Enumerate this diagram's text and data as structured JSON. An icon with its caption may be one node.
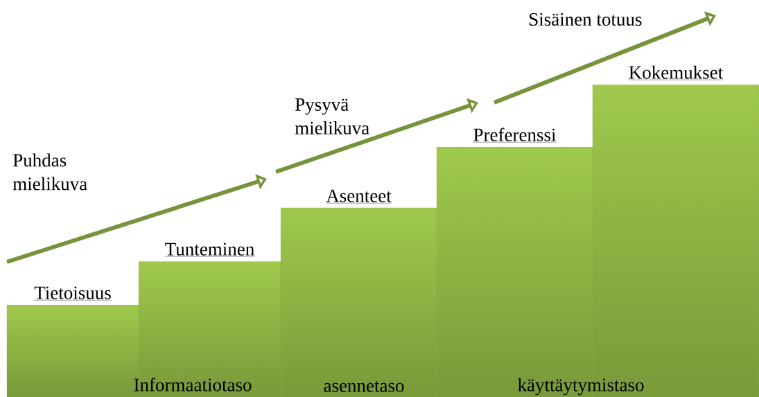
{
  "diagram": {
    "nodes": [
      {
        "text": [
          "Tietoisuus"
        ]
      },
      {
        "text": [
          "Tunteminen"
        ]
      },
      {
        "text": [
          "Asenteet"
        ]
      },
      {
        "text": [
          "Preferenssi"
        ]
      },
      {
        "text": [
          "Kokemukset"
        ]
      }
    ],
    "labels": [
      "Sisäinen totuus",
      "Pysyvä mielikuva",
      "Puhdas mielikuva",
      "Informaatiotaso",
      "asennetaso",
      "käyttäytymistaso"
    ]
  }
}
